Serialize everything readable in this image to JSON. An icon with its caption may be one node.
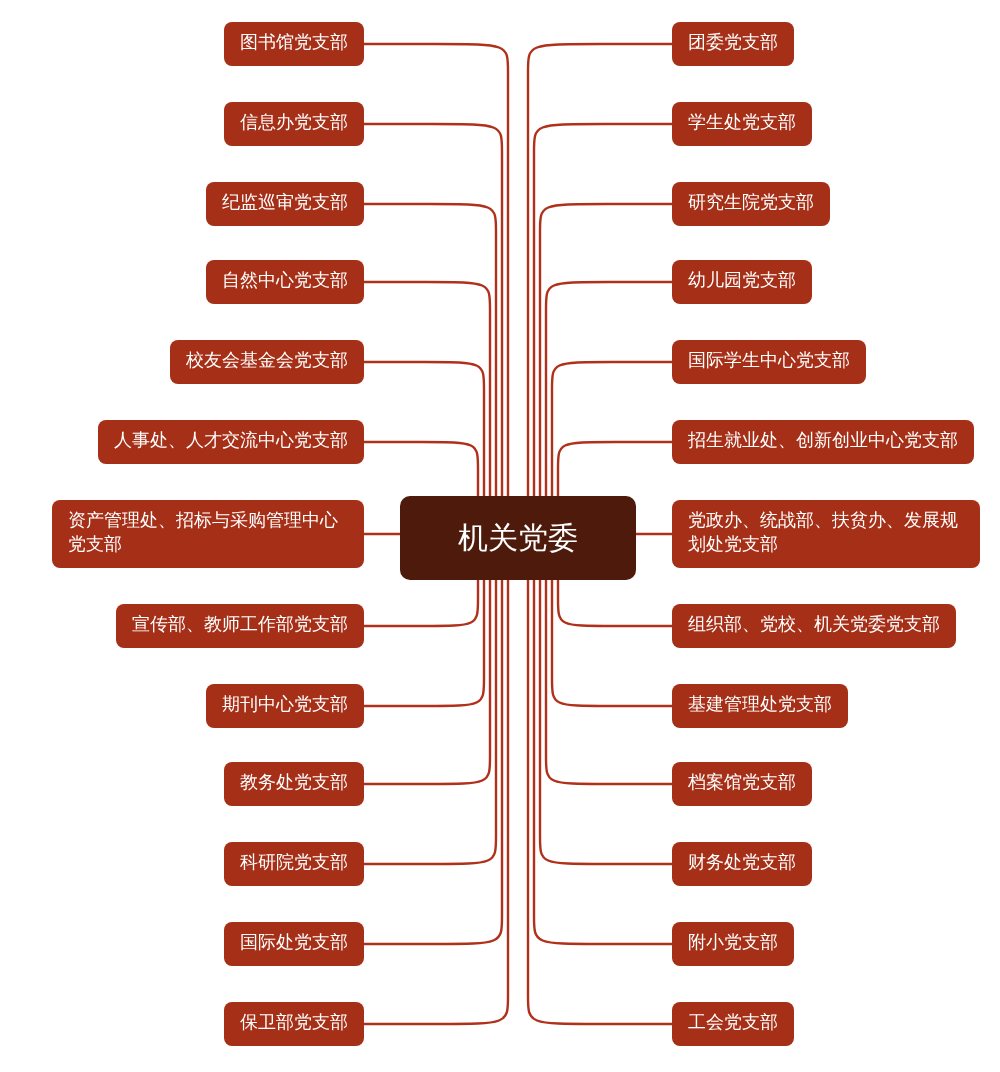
{
  "diagram": {
    "nodes": [
      {
        "text": [
          "机关党委"
        ]
      },
      {
        "text": [
          "图书馆党支部"
        ]
      },
      {
        "text": [
          "信息办党支部"
        ]
      },
      {
        "text": [
          "纪监巡审党支部"
        ]
      },
      {
        "text": [
          "自然中心党支部"
        ]
      },
      {
        "text": [
          "校友会基金会党支部"
        ]
      },
      {
        "text": [
          "人事处、人才交流中心党支部"
        ]
      },
      {
        "text": [
          "资产管理处、招标与采购管理中心党支部"
        ]
      },
      {
        "text": [
          "宣传部、教师工作部党支部"
        ]
      },
      {
        "text": [
          "期刊中心党支部"
        ]
      },
      {
        "text": [
          "教务处党支部"
        ]
      },
      {
        "text": [
          "科研院党支部"
        ]
      },
      {
        "text": [
          "国际处党支部"
        ]
      },
      {
        "text": [
          "保卫部党支部"
        ]
      },
      {
        "text": [
          "团委党支部"
        ]
      },
      {
        "text": [
          "学生处党支部"
        ]
      },
      {
        "text": [
          "研究生院党支部"
        ]
      },
      {
        "text": [
          "幼儿园党支部"
        ]
      },
      {
        "text": [
          "国际学生中心党支部"
        ]
      },
      {
        "text": [
          "招生就业处、创新创业中心党支部"
        ]
      },
      {
        "text": [
          "党政办、统战部、扶贫办、发展规划处党支部"
        ]
      },
      {
        "text": [
          "组织部、党校、机关党委党支部"
        ]
      },
      {
        "text": [
          "基建管理处党支部"
        ]
      },
      {
        "text": [
          "档案馆党支部"
        ]
      },
      {
        "text": [
          "财务处党支部"
        ]
      },
      {
        "text": [
          "附小党支部"
        ]
      },
      {
        "text": [
          "工会党支部"
        ]
      }
    ],
    "edges": [
      {
        "from": 0,
        "to": 1,
        "arrow": "none"
      },
      {
        "from": 0,
        "to": 2,
        "arrow": "none"
      },
      {
        "from": 0,
        "to": 3,
        "arrow": "none"
      },
      {
        "from": 0,
        "to": 4,
        "arrow": "none"
      },
      {
        "from": 0,
        "to": 5,
        "arrow": "none"
      },
      {
        "from": 0,
        "to": 6,
        "arrow": "none"
      },
      {
        "from": 0,
        "to": 7,
        "arrow": "none"
      },
      {
        "from": 0,
        "to": 8,
        "arrow": "none"
      },
      {
        "from": 0,
        "to": 9,
        "arrow": "none"
      },
      {
        "from": 0,
        "to": 10,
        "arrow": "none"
      },
      {
        "from": 0,
        "to": 11,
        "arrow": "none"
      },
      {
        "from": 0,
        "to": 12,
        "arrow": "none"
      },
      {
        "from": 0,
        "to": 13,
        "arrow": "none"
      },
      {
        "from": 0,
        "to": 14,
        "arrow": "none"
      },
      {
        "from": 0,
        "to": 15,
        "arrow": "none"
      },
      {
        "from": 0,
        "to": 16,
        "arrow": "none"
      },
      {
        "from": 0,
        "to": 17,
        "arrow": "none"
      },
      {
        "from": 0,
        "to": 18,
        "arrow": "none"
      },
      {
        "from": 0,
        "to": 19,
        "arrow": "none"
      },
      {
        "from": 0,
        "to": 20,
        "arrow": "none"
      },
      {
        "from": 0,
        "to": 21,
        "arrow": "none"
      },
      {
        "from": 0,
        "to": 22,
        "arrow": "none"
      },
      {
        "from": 0,
        "to": 23,
        "arrow": "none"
      },
      {
        "from": 0,
        "to": 24,
        "arrow": "none"
      },
      {
        "from": 0,
        "to": 25,
        "arrow": "none"
      },
      {
        "from": 0,
        "to": 26,
        "arrow": "none"
      }
    ]
  }
}
